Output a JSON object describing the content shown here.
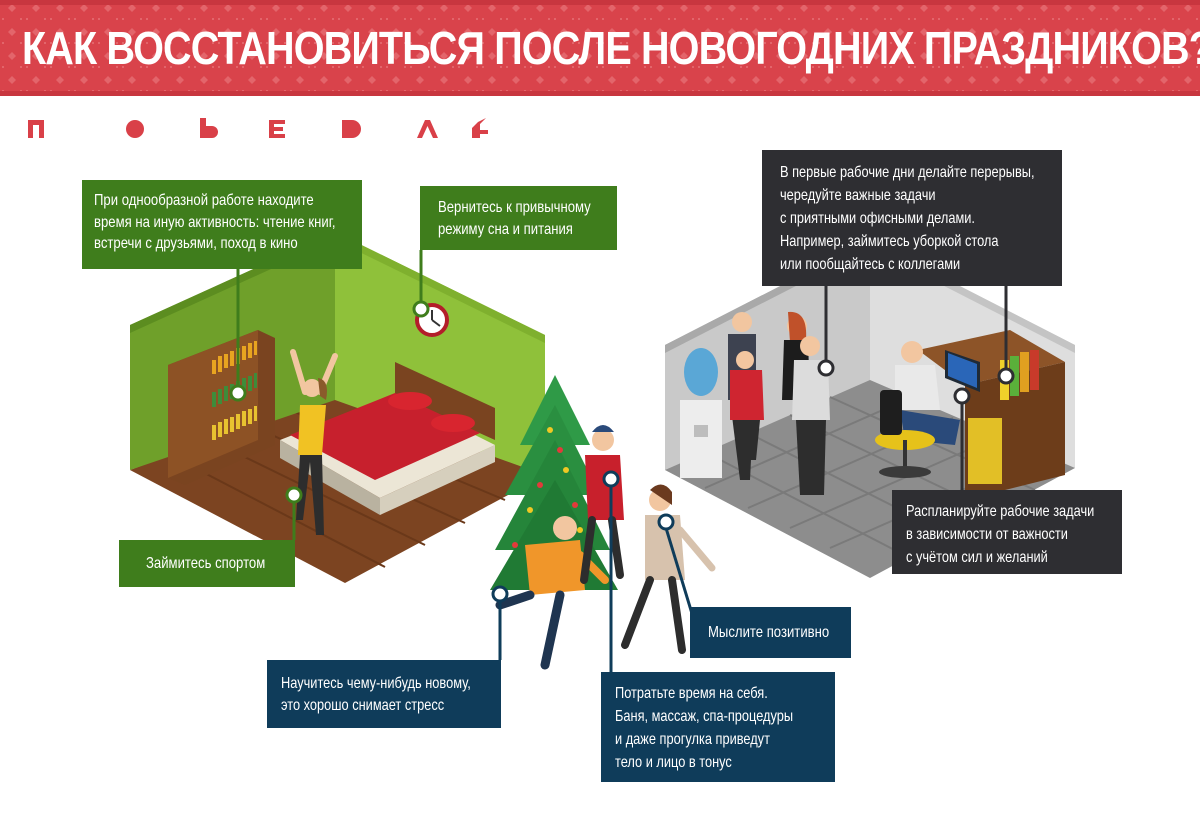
{
  "header": {
    "title": "КАК ВОССТАНОВИТЬСЯ ПОСЛЕ НОВОГОДНИХ ПРАЗДНИКОВ?",
    "background_color": "#d94048"
  },
  "brand": {
    "logo_text": "ПОБЕДА"
  },
  "tips": {
    "hobby": {
      "lines": [
        "При однообразной работе находите",
        "время на иную активность: чтение книг,",
        "встречи с друзьями, поход в кино"
      ],
      "color": "#3f7d1c"
    },
    "routine": {
      "lines": [
        "Вернитесь к привычному",
        "режиму сна и питания"
      ],
      "color": "#3f7d1c"
    },
    "sport": {
      "lines": [
        "Займитесь спортом"
      ],
      "color": "#3f7d1c"
    },
    "breaks": {
      "lines": [
        "В первые рабочие дни делайте перерывы,",
        "чередуйте важные задачи",
        "с приятными офисными делами.",
        "Например, займитесь уборкой стола",
        "или пообщайтесь с коллегами"
      ],
      "color": "#2e2e32"
    },
    "planning": {
      "lines": [
        "Распланируйте рабочие задачи",
        "в зависимости от важности",
        "с учётом сил и желаний"
      ],
      "color": "#2e2e32"
    },
    "positive": {
      "lines": [
        "Мыслите позитивно"
      ],
      "color": "#0f3c5a"
    },
    "learn": {
      "lines": [
        "Научитесь чему-нибудь новому,",
        "это хорошо снимает стресс"
      ],
      "color": "#0f3c5a"
    },
    "self_care": {
      "lines": [
        "Потратьте время на себя.",
        "Баня, массаж, спа-процедуры",
        "и даже прогулка приведут",
        "тело и лицо в тонус"
      ],
      "color": "#0f3c5a"
    }
  }
}
